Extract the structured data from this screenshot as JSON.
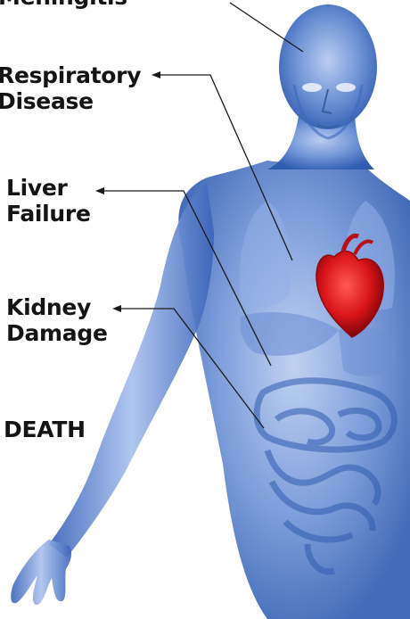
{
  "labels": {
    "meningitis": "Meningitis",
    "respiratory": "Respiratory\nDisease",
    "liver": "Liver\nFailure",
    "kidney": "Kidney\nDamage",
    "death": "DEATH"
  },
  "colors": {
    "body_blue": "#4d78c9",
    "heart_red": "#d8141a",
    "text": "#141414",
    "background": "#ffffff"
  },
  "icons": [
    "human-body-figure",
    "heart-icon",
    "intestines"
  ]
}
